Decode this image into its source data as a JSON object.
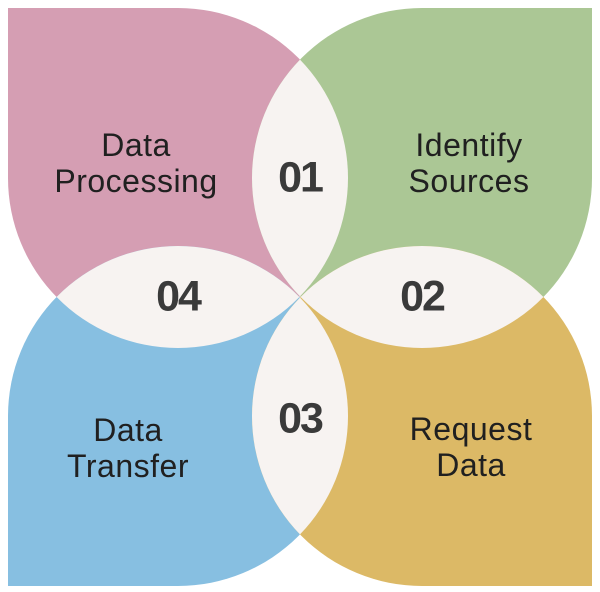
{
  "diagram": {
    "type": "four-petal-venn",
    "petals": [
      {
        "position": "top-left",
        "label": "Data Processing",
        "color": "#d59eb3"
      },
      {
        "position": "top-right",
        "label": "Identify Sources",
        "color": "#abc795"
      },
      {
        "position": "bottom-left",
        "label": "Data Transfer",
        "color": "#87bfe1"
      },
      {
        "position": "bottom-right",
        "label": "Request Data",
        "color": "#dcb966"
      }
    ],
    "numbers": [
      {
        "position": "top-center",
        "value": "01"
      },
      {
        "position": "right-center",
        "value": "02"
      },
      {
        "position": "bottom-center",
        "value": "03"
      },
      {
        "position": "left-center",
        "value": "04"
      }
    ],
    "colors": {
      "background": "#ffffff",
      "intersection": "#f7f3f1",
      "label_text": "#202020",
      "number_text": "#3a3a3a"
    }
  }
}
